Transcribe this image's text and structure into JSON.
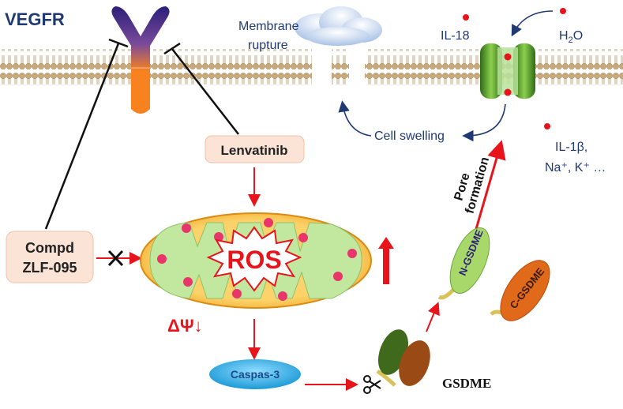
{
  "labels": {
    "vegfr": "VEGFR",
    "membrane_rupture_line1": "Membrane",
    "membrane_rupture_line2": "rupture",
    "il18": "IL-18",
    "h2o_h": "H",
    "h2o_sub": "2",
    "h2o_o": "O",
    "cell_swelling": "Cell swelling",
    "il1b_line1": "IL-1β,",
    "il1b_line2": "Na⁺, K⁺ …",
    "pore_line1": "Pore",
    "pore_line2": "formation",
    "lenvatinib": "Lenvatinib",
    "compd_line1": "Compd",
    "compd_line2": "ZLF-095",
    "ros": "ROS",
    "delta_psi": "ΔΨ↓",
    "n_gsdme": "N-GSDME",
    "c_gsdme": "C-GSDME",
    "caspase": "Caspas-3",
    "gsdme": "GSDME"
  },
  "colors": {
    "red": "#e8141c",
    "navy": "#1f3a73",
    "receptor_orange": "#f7821f",
    "receptor_purple": "#2b1f7a",
    "mito_outer": "#f5a623",
    "mito_inner": "#c2e8a0",
    "mito_dots": "#e8356a",
    "pore_green": "#5a9a2a",
    "caspase_blue": "#3fb4e8",
    "n_gsdme": "#a8d86a",
    "c_gsdme": "#e06a1a",
    "box_fill": "#fbe3d6"
  },
  "icons": [
    "scissors-icon",
    "x-block-icon",
    "up-arrow-icon",
    "cloud-icon",
    "pore-channel-icon"
  ]
}
